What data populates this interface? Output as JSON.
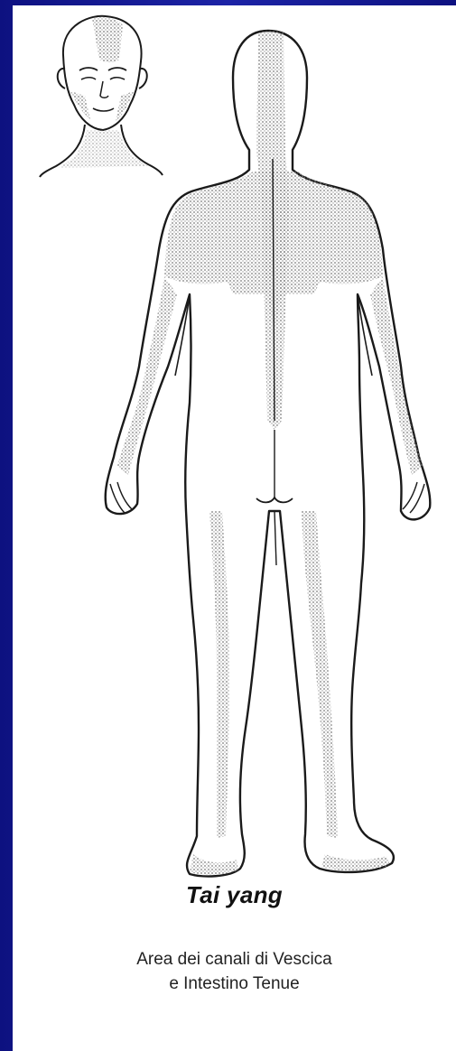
{
  "title": "Tai yang",
  "caption_line1": "Area dei canali di Vescica",
  "caption_line2": "e Intestino Tenue",
  "colors": {
    "background_frame": "#1a1f8f",
    "panel": "#ffffff",
    "outline": "#1a1a1a",
    "stipple": "#8a8a8a"
  }
}
